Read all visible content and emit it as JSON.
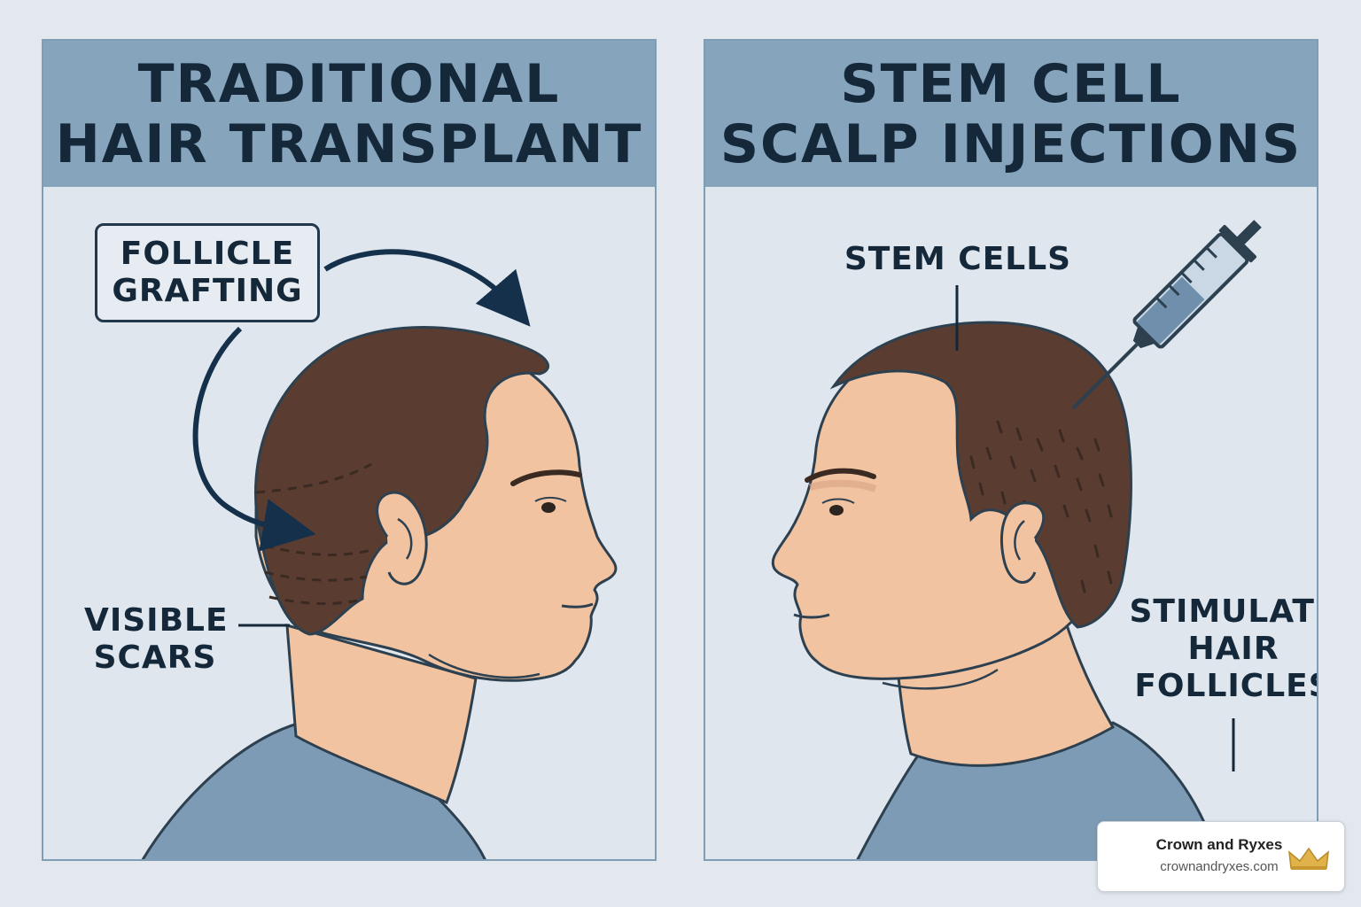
{
  "left_panel": {
    "title_lines": [
      "TRADITIONAL",
      "HAIR TRANSPLANT"
    ],
    "grafting_label_lines": [
      "FOLLICLE",
      "GRAFTING"
    ],
    "scars_label_lines": [
      "VISIBLE",
      "SCARS"
    ]
  },
  "right_panel": {
    "title_lines": [
      "STEM CELL",
      "SCALP INJECTIONS"
    ],
    "stem_cells_label": "STEM CELLS",
    "stimulate_label_lines": [
      "STIMULATE",
      "HAIR",
      "FOLLICLES"
    ]
  },
  "watermark": {
    "name": "Crown and Ryxes",
    "url": "crownandryxes.com"
  },
  "colors": {
    "banner": "#86a5bd",
    "panel_bg": "#dfe6ed",
    "text": "#14283a",
    "skin": "#f1c3a0",
    "hair": "#5a3d30",
    "shirt": "#7e9bb5",
    "arrow": "#14304a",
    "crown": "#e0b24a"
  },
  "icons": [
    "curved-arrow-icon",
    "syringe-icon",
    "crown-icon"
  ]
}
